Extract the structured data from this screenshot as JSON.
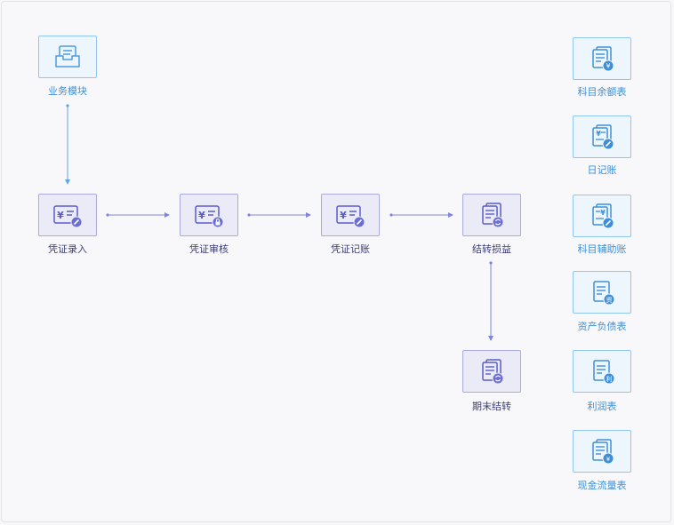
{
  "diagram": {
    "colors": {
      "blue": "#3e8fd8",
      "purple": "#6b6ed8",
      "blue_line": "#5fa6e6",
      "purple_line": "#7f83e3"
    },
    "source": {
      "label": "业务模块",
      "icon": "file-tray-icon"
    },
    "flow": [
      {
        "label": "凭证录入",
        "icon": "voucher-edit-icon"
      },
      {
        "label": "凭证审核",
        "icon": "voucher-lock-icon"
      },
      {
        "label": "凭证记账",
        "icon": "voucher-post-icon"
      },
      {
        "label": "结转损益",
        "icon": "doc-transfer-icon"
      }
    ],
    "period_end": {
      "label": "期末结转",
      "icon": "doc-transfer-icon"
    },
    "reports": [
      {
        "label": "科目余额表",
        "icon": "doc-yen-icon"
      },
      {
        "label": "日记账",
        "icon": "doc-edit-icon"
      },
      {
        "label": "科目辅助账",
        "icon": "doc-edit-icon"
      },
      {
        "label": "资产负债表",
        "icon": "doc-badge-icon",
        "badge": "资"
      },
      {
        "label": "利润表",
        "icon": "doc-badge-icon",
        "badge": "利"
      },
      {
        "label": "现金流量表",
        "icon": "doc-badge-icon",
        "badge": "¥"
      }
    ]
  }
}
